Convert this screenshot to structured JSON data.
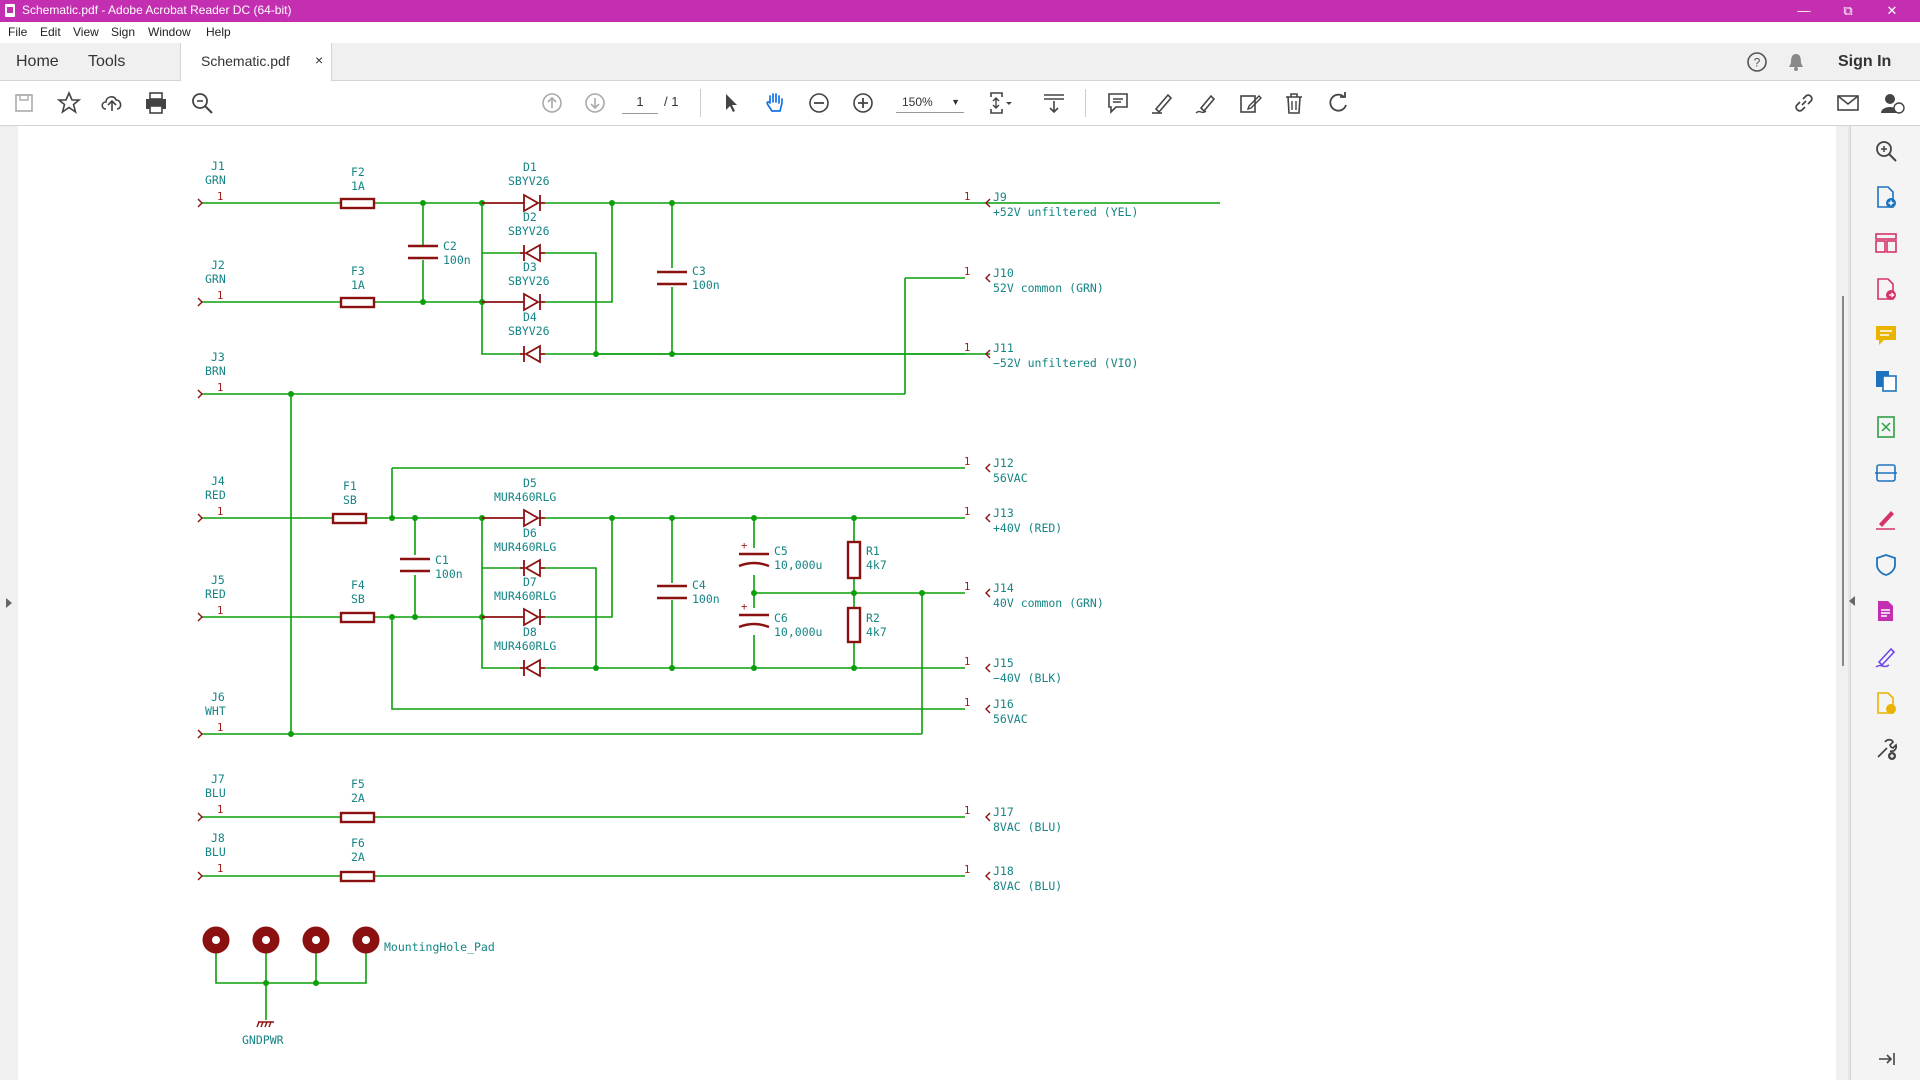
{
  "window": {
    "title": "Schematic.pdf - Adobe Acrobat Reader DC (64-bit)",
    "controls": [
      "minimize",
      "restore",
      "close"
    ]
  },
  "menu": [
    "File",
    "Edit",
    "View",
    "Sign",
    "Window",
    "Help"
  ],
  "tabs": {
    "home": "Home",
    "tools": "Tools",
    "document": "Schematic.pdf",
    "close_glyph": "×"
  },
  "header_right": {
    "sign_in": "Sign In"
  },
  "toolbar": {
    "page_current": "1",
    "page_total": "/ 1",
    "zoom": "150%",
    "icons": [
      "save-icon",
      "star-icon",
      "upload-icon",
      "print-icon",
      "zoom-search-icon",
      "prev-page-icon",
      "next-page-icon",
      "select-arrow-icon",
      "hand-icon",
      "zoom-out-icon",
      "zoom-in-icon",
      "fit-page-icon",
      "scroll-mode-icon",
      "comment-icon",
      "highlight-icon",
      "sign-icon",
      "edit-icon",
      "delete-icon",
      "undo-icon",
      "link-icon",
      "mail-icon",
      "account-icon"
    ]
  },
  "right_panel_icons": [
    "search-zoom-icon",
    "create-pdf-icon",
    "organize-pages-icon",
    "export-pdf-icon",
    "comment-icon",
    "combine-icon",
    "compress-icon",
    "scan-icon",
    "fill-sign-icon",
    "protect-icon",
    "edit-pdf-icon",
    "request-sign-icon",
    "send-icon",
    "more-tools-icon",
    "collapse-panel-icon"
  ],
  "schematic": {
    "inputs": [
      {
        "ref": "J1",
        "color": "GRN",
        "pin": "1"
      },
      {
        "ref": "J2",
        "color": "GRN",
        "pin": "1"
      },
      {
        "ref": "J3",
        "color": "BRN",
        "pin": "1"
      },
      {
        "ref": "J4",
        "color": "RED",
        "pin": "1"
      },
      {
        "ref": "J5",
        "color": "RED",
        "pin": "1"
      },
      {
        "ref": "J6",
        "color": "WHT",
        "pin": "1"
      },
      {
        "ref": "J7",
        "color": "BLU",
        "pin": "1"
      },
      {
        "ref": "J8",
        "color": "BLU",
        "pin": "1"
      }
    ],
    "outputs": [
      {
        "ref": "J9",
        "label": "+52V unfiltered (YEL)",
        "pin": "1"
      },
      {
        "ref": "J10",
        "label": "52V common (GRN)",
        "pin": "1"
      },
      {
        "ref": "J11",
        "label": "−52V unfiltered (VIO)",
        "pin": "1"
      },
      {
        "ref": "J12",
        "label": "56VAC",
        "pin": "1"
      },
      {
        "ref": "J13",
        "label": "+40V (RED)",
        "pin": "1"
      },
      {
        "ref": "J14",
        "label": "40V common (GRN)",
        "pin": "1"
      },
      {
        "ref": "J15",
        "label": "−40V (BLK)",
        "pin": "1"
      },
      {
        "ref": "J16",
        "label": "56VAC",
        "pin": "1"
      },
      {
        "ref": "J17",
        "label": "8VAC (BLU)",
        "pin": "1"
      },
      {
        "ref": "J18",
        "label": "8VAC (BLU)",
        "pin": "1"
      }
    ],
    "fuses": [
      {
        "ref": "F1",
        "value": "SB"
      },
      {
        "ref": "F2",
        "value": "1A"
      },
      {
        "ref": "F3",
        "value": "1A"
      },
      {
        "ref": "F4",
        "value": "SB"
      },
      {
        "ref": "F5",
        "value": "2A"
      },
      {
        "ref": "F6",
        "value": "2A"
      }
    ],
    "diodes": [
      {
        "ref": "D1",
        "value": "SBYV26"
      },
      {
        "ref": "D2",
        "value": "SBYV26"
      },
      {
        "ref": "D3",
        "value": "SBYV26"
      },
      {
        "ref": "D4",
        "value": "SBYV26"
      },
      {
        "ref": "D5",
        "value": "MUR460RLG"
      },
      {
        "ref": "D6",
        "value": "MUR460RLG"
      },
      {
        "ref": "D7",
        "value": "MUR460RLG"
      },
      {
        "ref": "D8",
        "value": "MUR460RLG"
      }
    ],
    "capacitors": [
      {
        "ref": "C1",
        "value": "100n"
      },
      {
        "ref": "C2",
        "value": "100n"
      },
      {
        "ref": "C3",
        "value": "100n"
      },
      {
        "ref": "C4",
        "value": "100n"
      },
      {
        "ref": "C5",
        "value": "10,000u",
        "polarity": "+"
      },
      {
        "ref": "C6",
        "value": "10,000u",
        "polarity": "+"
      }
    ],
    "resistors": [
      {
        "ref": "R1",
        "value": "4k7"
      },
      {
        "ref": "R2",
        "value": "4k7"
      }
    ],
    "mounting": {
      "label": "MountingHole_Pad",
      "ground": "GNDPWR"
    }
  }
}
